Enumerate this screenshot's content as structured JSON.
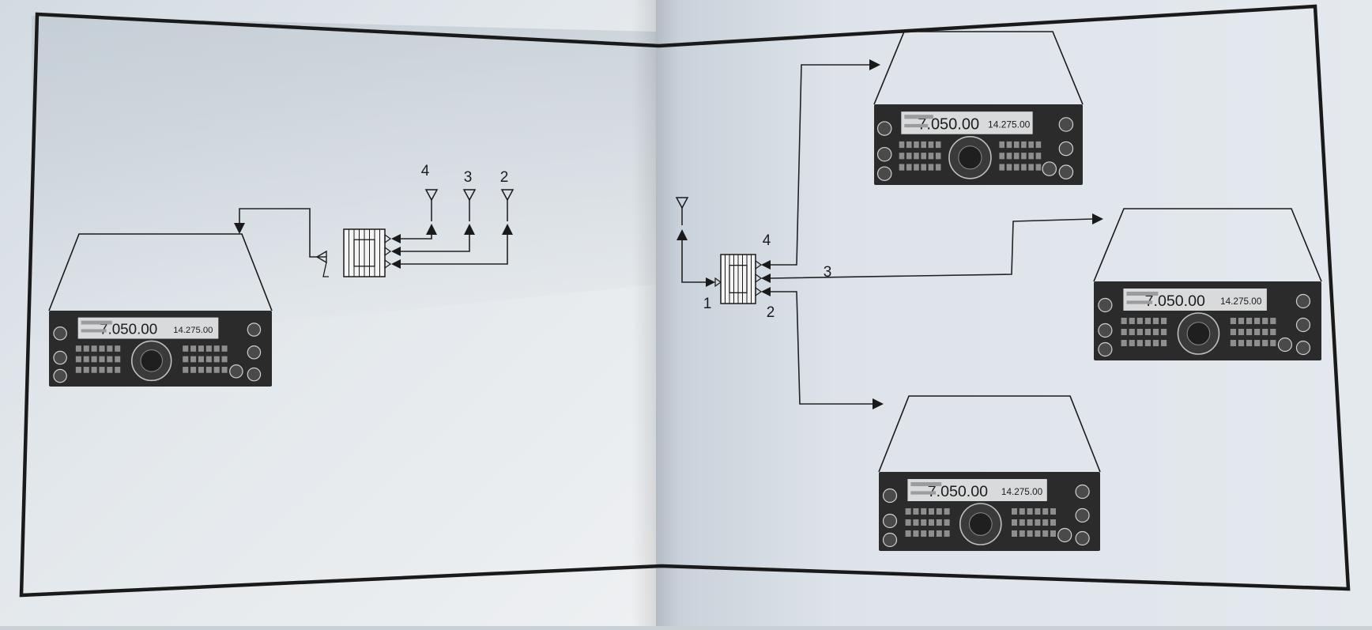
{
  "left_panel": {
    "antenna_labels": [
      "4",
      "3",
      "2"
    ],
    "radio_count": 1,
    "radio_display": {
      "frequency": "7.050.00",
      "secondary": "14.275.00"
    }
  },
  "right_panel": {
    "port_labels": [
      "4",
      "3",
      "1",
      "2"
    ],
    "radio_count": 3,
    "radio_display": {
      "frequency": "7.050.00",
      "secondary": "14.275.00"
    }
  },
  "colors": {
    "paper": "#e9edf1",
    "ink": "#1a1a1a",
    "radio_face": "#2b2b2b",
    "radio_lcd": "#d8dadb"
  },
  "icons": [
    "antenna-icon",
    "antenna-switch-icon",
    "arrow-icon",
    "transceiver-icon"
  ]
}
